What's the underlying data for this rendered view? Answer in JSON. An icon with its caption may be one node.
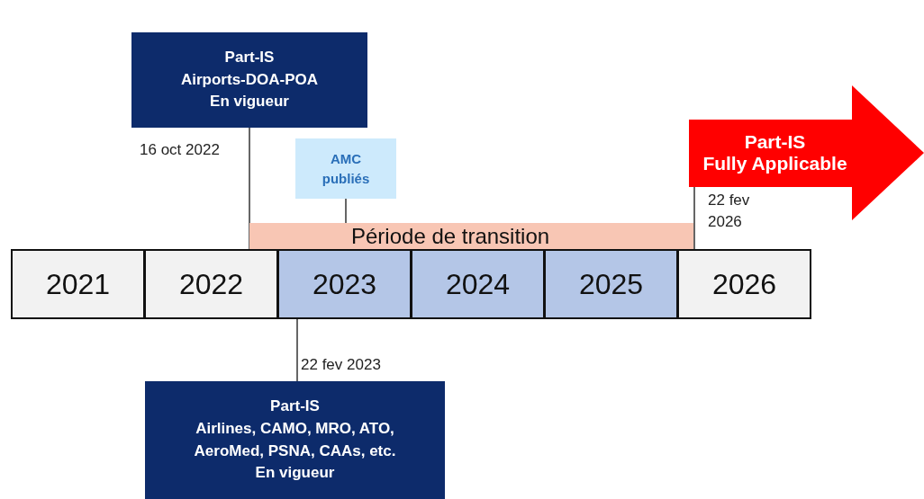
{
  "diagram": {
    "nodes": [
      {
        "text": [
          "Part-IS",
          "Airports-DOA-POA",
          "En vigueur"
        ],
        "beside": [
          "16 oct 2022"
        ]
      },
      {
        "text": [
          "AMC publiés"
        ]
      },
      {
        "text": [
          "Période de transition"
        ]
      },
      {
        "text": [
          "2021"
        ]
      },
      {
        "text": [
          "2022"
        ]
      },
      {
        "text": [
          "2023"
        ]
      },
      {
        "text": [
          "2024"
        ]
      },
      {
        "text": [
          "2025"
        ]
      },
      {
        "text": [
          "2026"
        ]
      },
      {
        "text": [
          "Part-IS",
          "Airlines, CAMO, MRO, ATO, AeroMed, PSNA, CAAs, etc.",
          "En vigueur"
        ],
        "beside": [
          "22 fev 2023"
        ]
      },
      {
        "text": [
          "Part-IS",
          "Fully Applicable"
        ],
        "beside": [
          "22 fev 2026"
        ]
      }
    ],
    "edges": [
      {
        "from": 0,
        "to": 4,
        "arrow": "none"
      },
      {
        "from": 1,
        "to": 5,
        "arrow": "none"
      },
      {
        "from": 5,
        "to": 9,
        "arrow": "none"
      },
      {
        "from": 10,
        "to": 8,
        "arrow": "none"
      }
    ]
  }
}
